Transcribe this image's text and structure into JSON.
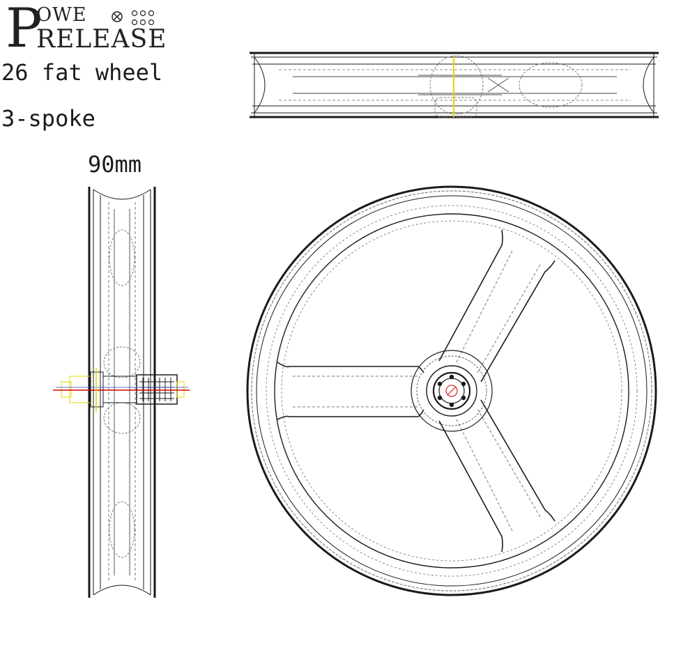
{
  "logo": {
    "letter": "P",
    "top_text": "OWE",
    "bottom_text": "RELEASE"
  },
  "labels": {
    "wheel_type": "26 fat wheel",
    "spoke_type": "3-spoke",
    "width": "90mm"
  },
  "colors": {
    "line": "#1a1a1a",
    "thin_line": "#555555",
    "dashed": "#777777",
    "axis_yellow": "#e8d400",
    "axis_red": "#d40000",
    "axis_blue": "#2040c0"
  }
}
